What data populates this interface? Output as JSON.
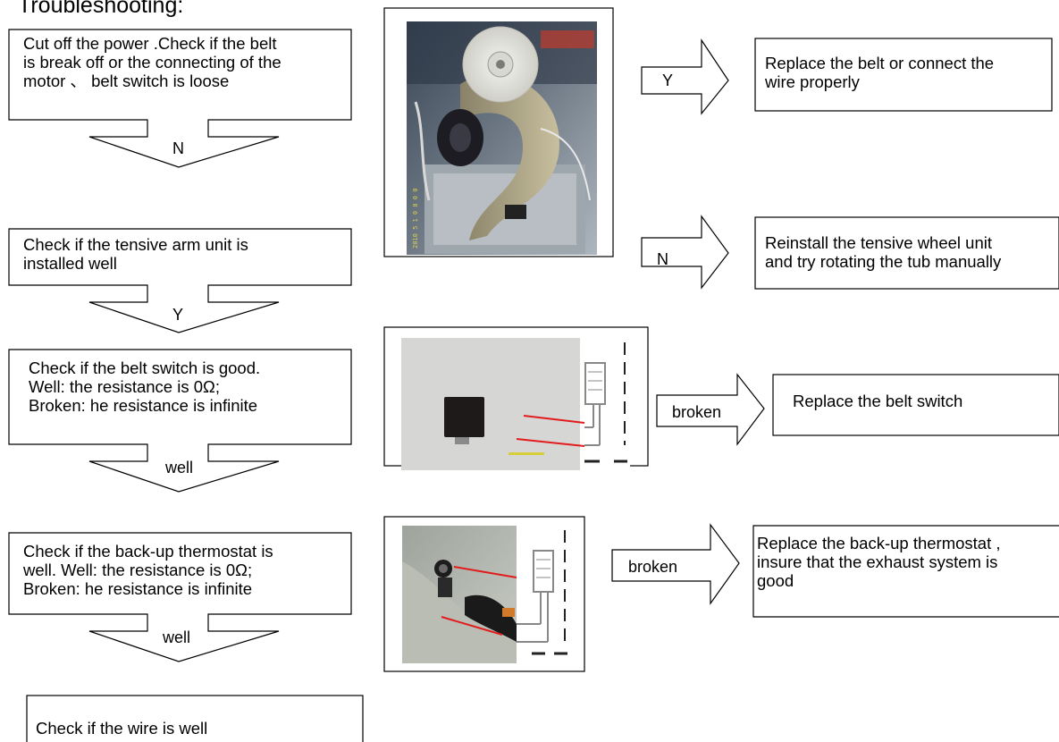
{
  "page": {
    "heading": "Troubleshooting:"
  },
  "steps": [
    {
      "lines": [
        "Cut off the power .Check if the belt",
        "is break off or the connecting of the",
        "motor 、 belt switch is loose"
      ],
      "down_label": "N"
    },
    {
      "lines": [
        "Check if the tensive arm unit is",
        "installed well"
      ],
      "down_label": "Y"
    },
    {
      "lines": [
        "Check if the belt switch is good.",
        "Well: the resistance is 0Ω;",
        "Broken: he resistance is infinite"
      ],
      "down_label": "well"
    },
    {
      "lines": [
        "Check if the back-up thermostat is",
        " well. Well: the resistance is 0Ω;",
        "Broken: he resistance is infinite"
      ],
      "down_label": "well"
    },
    {
      "lines": [
        "Check if the wire is well"
      ]
    }
  ],
  "branches": [
    {
      "label": "Y",
      "lines": [
        "Replace the belt or connect the",
        "wire properly"
      ]
    },
    {
      "label": "N",
      "lines": [
        "Reinstall the tensive wheel unit",
        "and try rotating the tub manually"
      ]
    },
    {
      "label": "broken",
      "lines": [
        "Replace the belt switch"
      ]
    },
    {
      "label": "broken",
      "lines": [
        "Replace the back-up thermostat ,",
        "insure that the exhaust system is",
        " good"
      ]
    }
  ],
  "photos": {
    "photo1_stamp": "2010 5 1 0 8 0 0"
  },
  "colors": {
    "ink": "#000000",
    "wire": "#e21c1c",
    "background": "#ffffff"
  }
}
